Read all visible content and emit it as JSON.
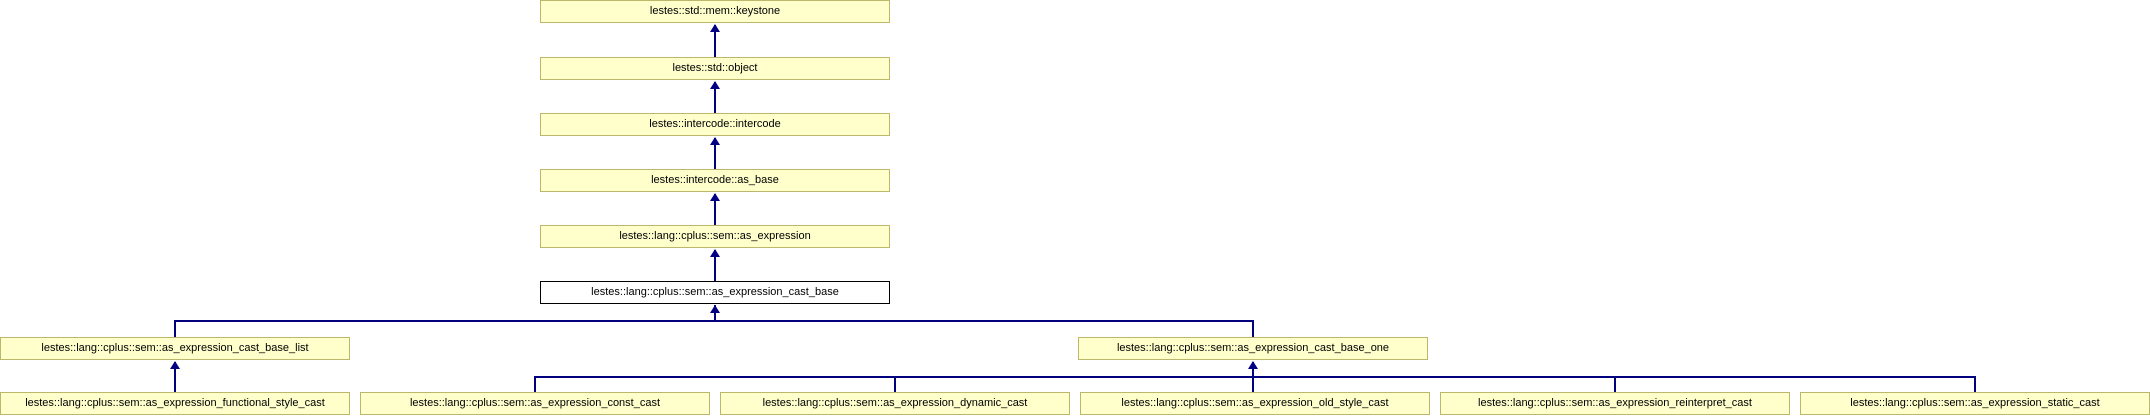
{
  "diagram": {
    "type": "class-inheritance-diagram",
    "colors": {
      "background": "#ffffff",
      "node_fill": "#ffffcc",
      "node_border": "#bdb76b",
      "focus_fill": "#ffffff",
      "focus_border": "#000000",
      "edge": "#000080",
      "text": "#000000"
    },
    "nodes": {
      "keystone": {
        "label": "lestes::std::mem::keystone"
      },
      "object": {
        "label": "lestes::std::object"
      },
      "intercode": {
        "label": "lestes::intercode::intercode"
      },
      "as_base": {
        "label": "lestes::intercode::as_base"
      },
      "as_expression": {
        "label": "lestes::lang::cplus::sem::as_expression"
      },
      "cast_base": {
        "label": "lestes::lang::cplus::sem::as_expression_cast_base"
      },
      "cast_base_list": {
        "label": "lestes::lang::cplus::sem::as_expression_cast_base_list"
      },
      "cast_base_one": {
        "label": "lestes::lang::cplus::sem::as_expression_cast_base_one"
      },
      "functional_style_cast": {
        "label": "lestes::lang::cplus::sem::as_expression_functional_style_cast"
      },
      "const_cast": {
        "label": "lestes::lang::cplus::sem::as_expression_const_cast"
      },
      "dynamic_cast": {
        "label": "lestes::lang::cplus::sem::as_expression_dynamic_cast"
      },
      "old_style_cast": {
        "label": "lestes::lang::cplus::sem::as_expression_old_style_cast"
      },
      "reinterpret_cast": {
        "label": "lestes::lang::cplus::sem::as_expression_reinterpret_cast"
      },
      "static_cast": {
        "label": "lestes::lang::cplus::sem::as_expression_static_cast"
      }
    },
    "edges": [
      {
        "child": "object",
        "parent": "keystone"
      },
      {
        "child": "intercode",
        "parent": "object"
      },
      {
        "child": "as_base",
        "parent": "intercode"
      },
      {
        "child": "as_expression",
        "parent": "as_base"
      },
      {
        "child": "cast_base",
        "parent": "as_expression"
      },
      {
        "child": "cast_base_list",
        "parent": "cast_base"
      },
      {
        "child": "cast_base_one",
        "parent": "cast_base"
      },
      {
        "child": "functional_style_cast",
        "parent": "cast_base_list"
      },
      {
        "child": "const_cast",
        "parent": "cast_base_one"
      },
      {
        "child": "dynamic_cast",
        "parent": "cast_base_one"
      },
      {
        "child": "old_style_cast",
        "parent": "cast_base_one"
      },
      {
        "child": "reinterpret_cast",
        "parent": "cast_base_one"
      },
      {
        "child": "static_cast",
        "parent": "cast_base_one"
      }
    ]
  }
}
